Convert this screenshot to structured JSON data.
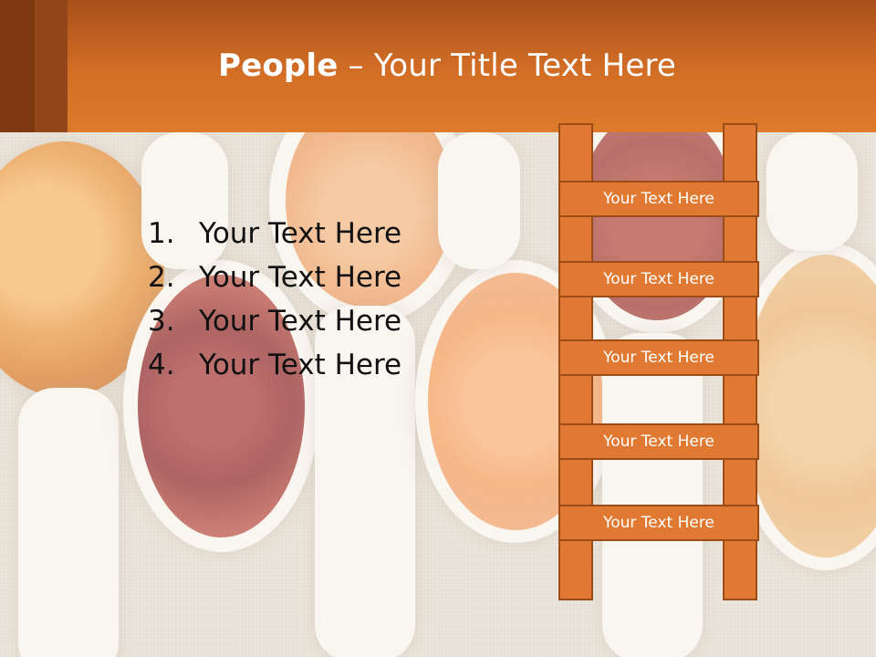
{
  "title": {
    "bold": "People",
    "rest": " – Your Title Text Here"
  },
  "list": [
    {
      "num": "1.",
      "text": "Your Text Here"
    },
    {
      "num": "2.",
      "text": "Your Text Here"
    },
    {
      "num": "3.",
      "text": "Your Text Here"
    },
    {
      "num": "4.",
      "text": "Your Text Here"
    }
  ],
  "ladder": [
    "Your Text Here",
    "Your Text Here",
    "Your Text Here",
    "Your Text Here",
    "Your Text Here"
  ],
  "colors": {
    "accent": "#dd7a2b",
    "accent_dark": "#9c4d17",
    "header_dark": "#7d3810"
  }
}
